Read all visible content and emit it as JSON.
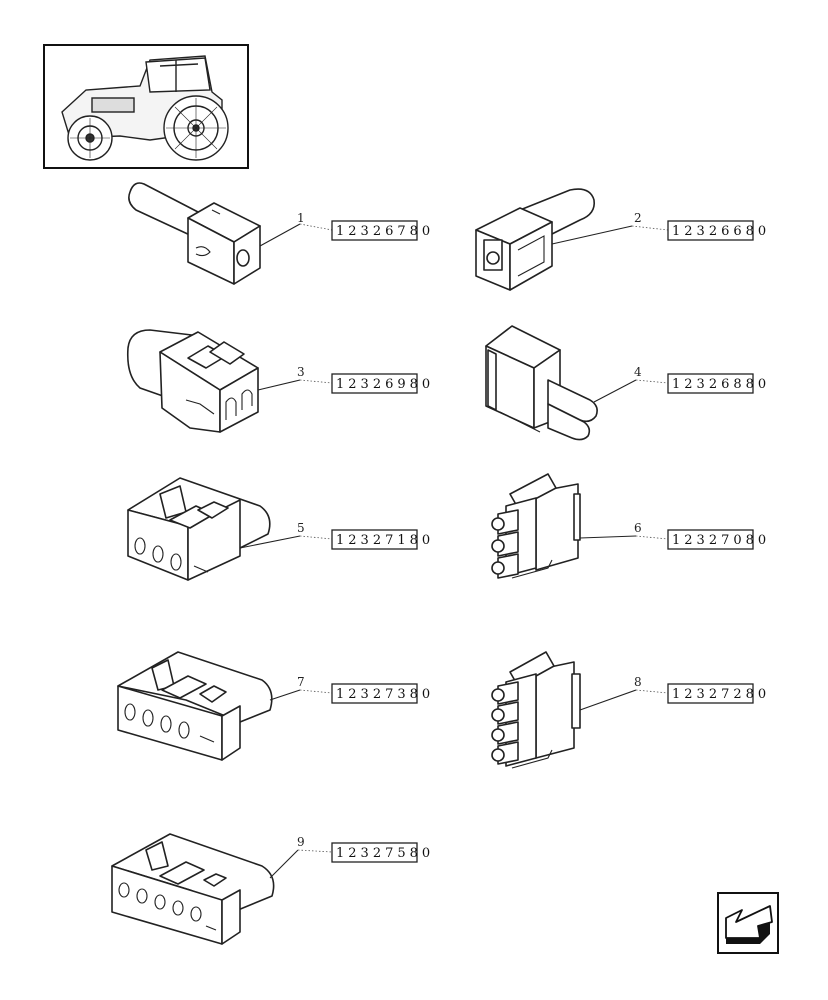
{
  "callouts": [
    {
      "num": "1",
      "part": "12326780"
    },
    {
      "num": "2",
      "part": "12326680"
    },
    {
      "num": "3",
      "part": "12326980"
    },
    {
      "num": "4",
      "part": "12326880"
    },
    {
      "num": "5",
      "part": "12327180"
    },
    {
      "num": "6",
      "part": "12327080"
    },
    {
      "num": "7",
      "part": "12327380"
    },
    {
      "num": "8",
      "part": "12327280"
    },
    {
      "num": "9",
      "part": "12327580"
    }
  ],
  "icons": {
    "thumbnail": "tractor-icon",
    "nav": "back-arrow-icon"
  }
}
